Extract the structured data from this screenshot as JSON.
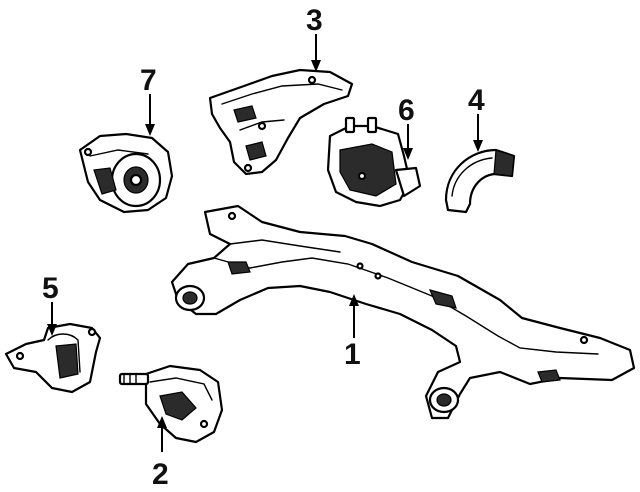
{
  "callouts": [
    {
      "id": "1",
      "label": "1"
    },
    {
      "id": "2",
      "label": "2"
    },
    {
      "id": "3",
      "label": "3"
    },
    {
      "id": "4",
      "label": "4"
    },
    {
      "id": "5",
      "label": "5"
    },
    {
      "id": "6",
      "label": "6"
    },
    {
      "id": "7",
      "label": "7"
    }
  ],
  "colors": {
    "ink": "#000000",
    "paper": "#ffffff"
  }
}
